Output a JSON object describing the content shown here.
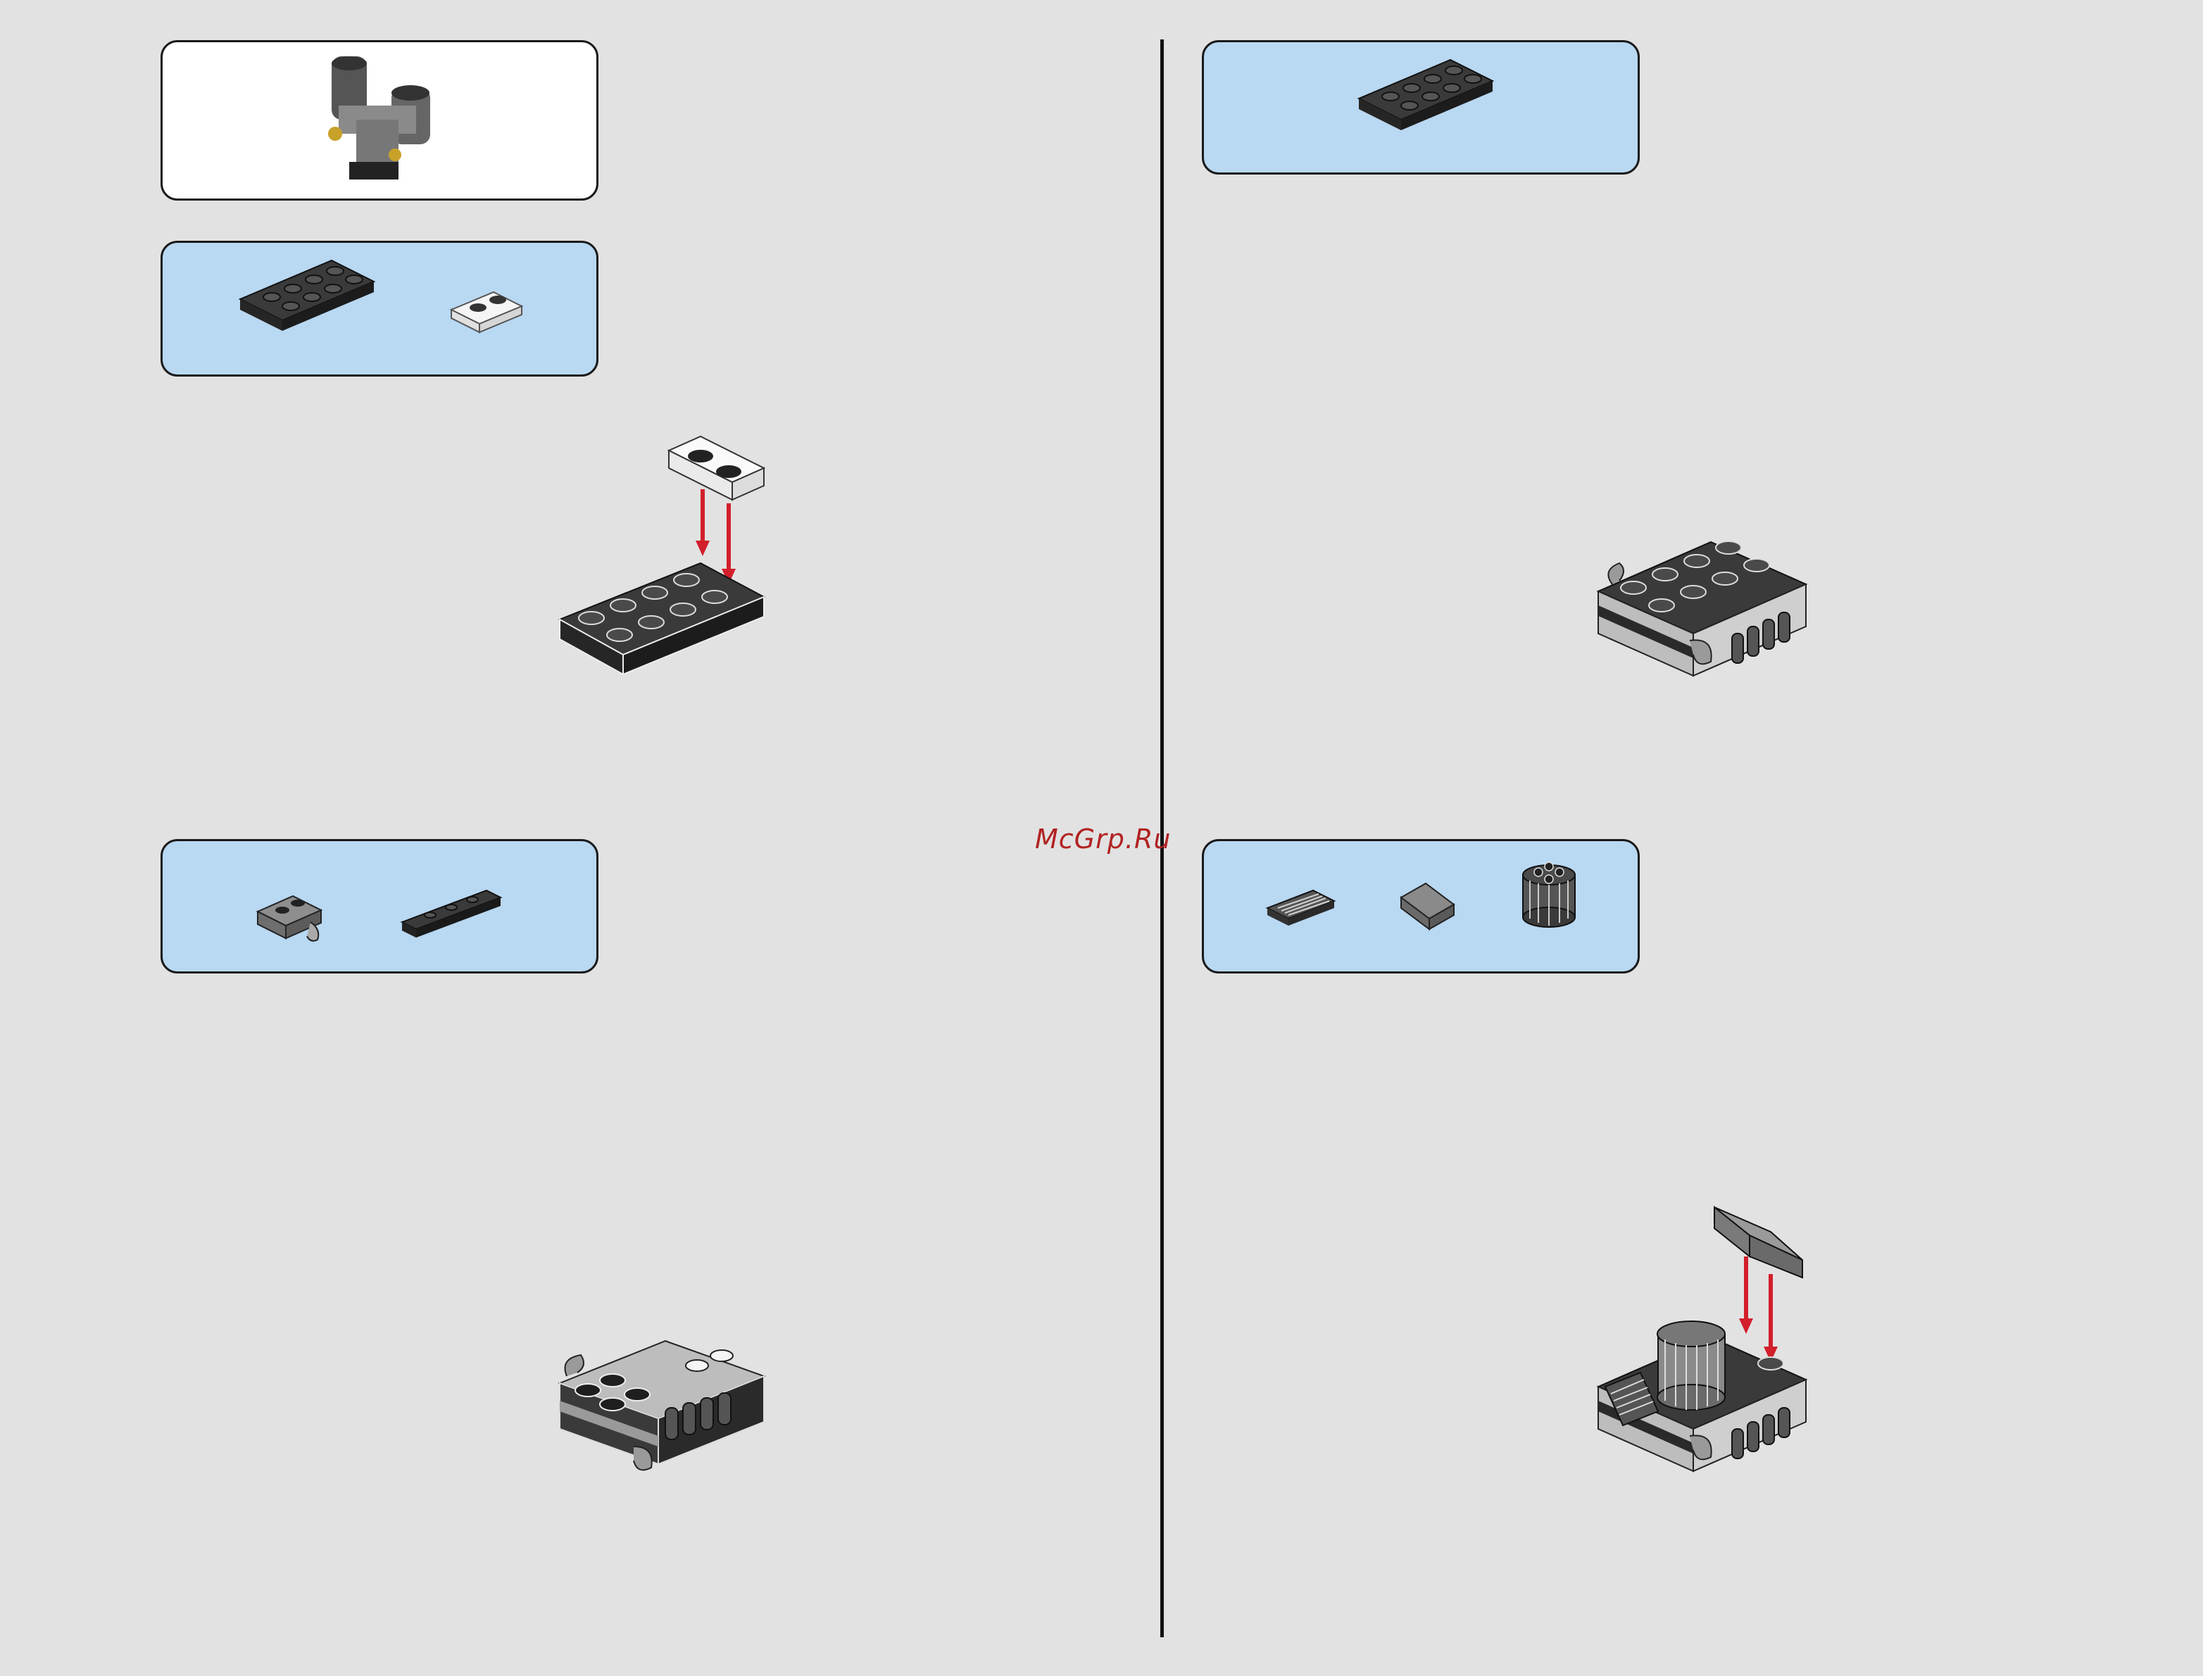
{
  "watermark": {
    "text": "McGrp.Ru",
    "color": "#b22222"
  },
  "colors": {
    "page_background": "#e2e2e2",
    "parts_box": "#b9d8f2",
    "dark_brick": "#3a3a3a",
    "light_brick": "#bdbdbd",
    "arrow": "#d21f2b"
  },
  "left_column": {
    "preview_box": {
      "icon": "assembled-engine-preview"
    },
    "parts_box_1": {
      "parts": [
        "black-plate-2x4",
        "transparent-plate-1x2"
      ]
    },
    "assembly_1": {
      "icon": "plate-assembly-with-arrows"
    },
    "parts_box_2": {
      "parts": [
        "gray-clip-plate-1x1",
        "black-hinge-plate"
      ]
    },
    "assembly_2": {
      "icon": "plate-assembly-with-clips"
    }
  },
  "right_column": {
    "parts_box_1": {
      "parts": [
        "black-plate-2x4"
      ]
    },
    "assembly_1": {
      "icon": "stacked-plate-assembly"
    },
    "parts_box_2": {
      "parts": [
        "dark-grille-tile",
        "gray-slope-brick",
        "dark-round-brick"
      ]
    },
    "assembly_2": {
      "icon": "engine-assembly-with-slope"
    }
  }
}
